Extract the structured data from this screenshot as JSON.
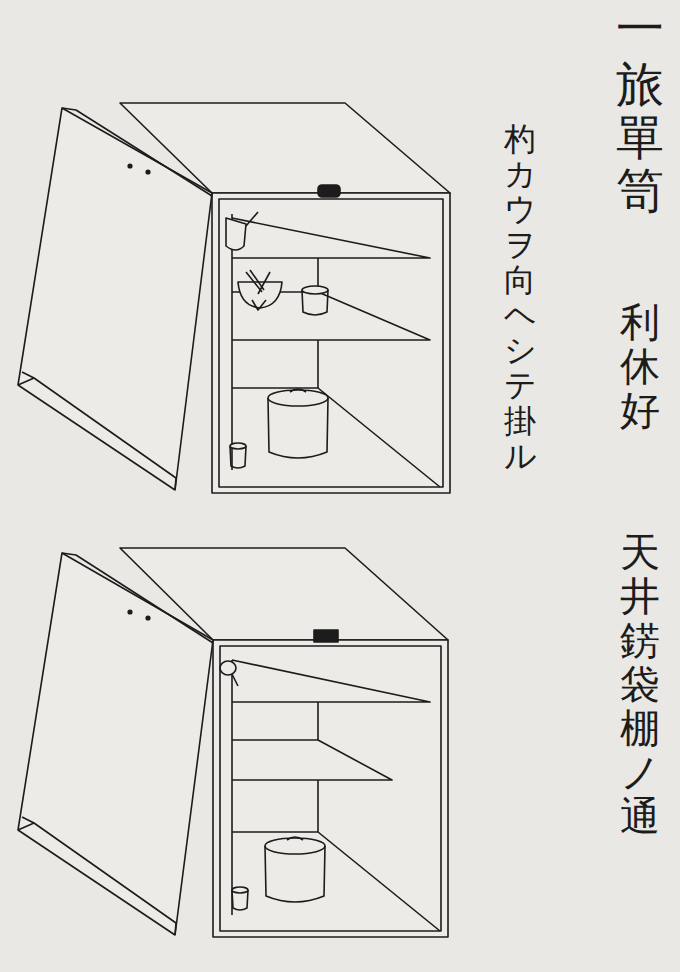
{
  "diagram": {
    "title": "旅單笥",
    "labels": [
      "一",
      "利休好",
      "天井錺袋棚ノ通",
      "杓カウヲ向ヘシテ掛ル"
    ]
  }
}
